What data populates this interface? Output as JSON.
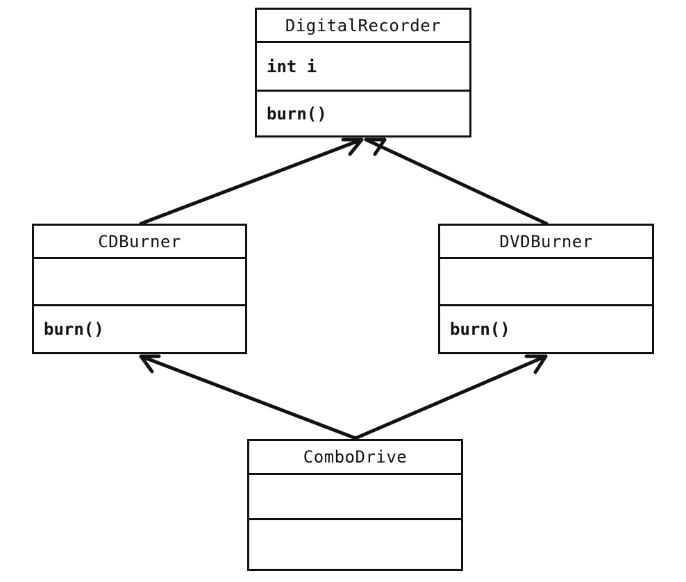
{
  "diagram": {
    "classes": {
      "digital_recorder": {
        "name": "DigitalRecorder",
        "attributes": [
          "int i"
        ],
        "methods": [
          "burn()"
        ]
      },
      "cd_burner": {
        "name": "CDBurner",
        "attributes": [],
        "methods": [
          "burn()"
        ]
      },
      "dvd_burner": {
        "name": "DVDBurner",
        "attributes": [],
        "methods": [
          "burn()"
        ]
      },
      "combo_drive": {
        "name": "ComboDrive",
        "attributes": [],
        "methods": []
      }
    },
    "relationships": [
      {
        "from": "CDBurner",
        "to": "DigitalRecorder",
        "type": "inheritance"
      },
      {
        "from": "DVDBurner",
        "to": "DigitalRecorder",
        "type": "inheritance"
      },
      {
        "from": "ComboDrive",
        "to": "CDBurner",
        "type": "inheritance"
      },
      {
        "from": "ComboDrive",
        "to": "DVDBurner",
        "type": "inheritance"
      }
    ],
    "line_color": "#111111"
  }
}
